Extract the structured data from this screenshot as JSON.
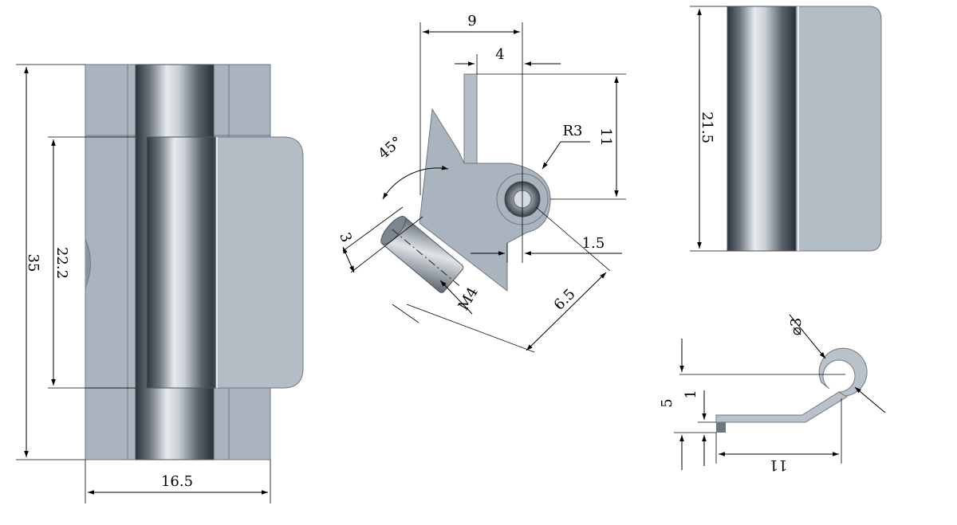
{
  "drawing": {
    "front_view": {
      "total_height": "35",
      "leaf_height": "22.2",
      "width": "16.5"
    },
    "side_view": {
      "offset_9": "9",
      "offset_4": "4",
      "height_11": "11",
      "radius": "R3",
      "angle": "45°",
      "pin_dia": "3",
      "thread": "M4",
      "gap": "1.5",
      "reach": "6.5"
    },
    "back_view": {
      "height": "21.5"
    },
    "profile_view": {
      "dia": "3",
      "height": "5",
      "thickness": "1",
      "length": "11"
    }
  },
  "colors": {
    "metal": "#a9b3bd",
    "metal_dark": "#7e8892",
    "line": "#000000"
  }
}
